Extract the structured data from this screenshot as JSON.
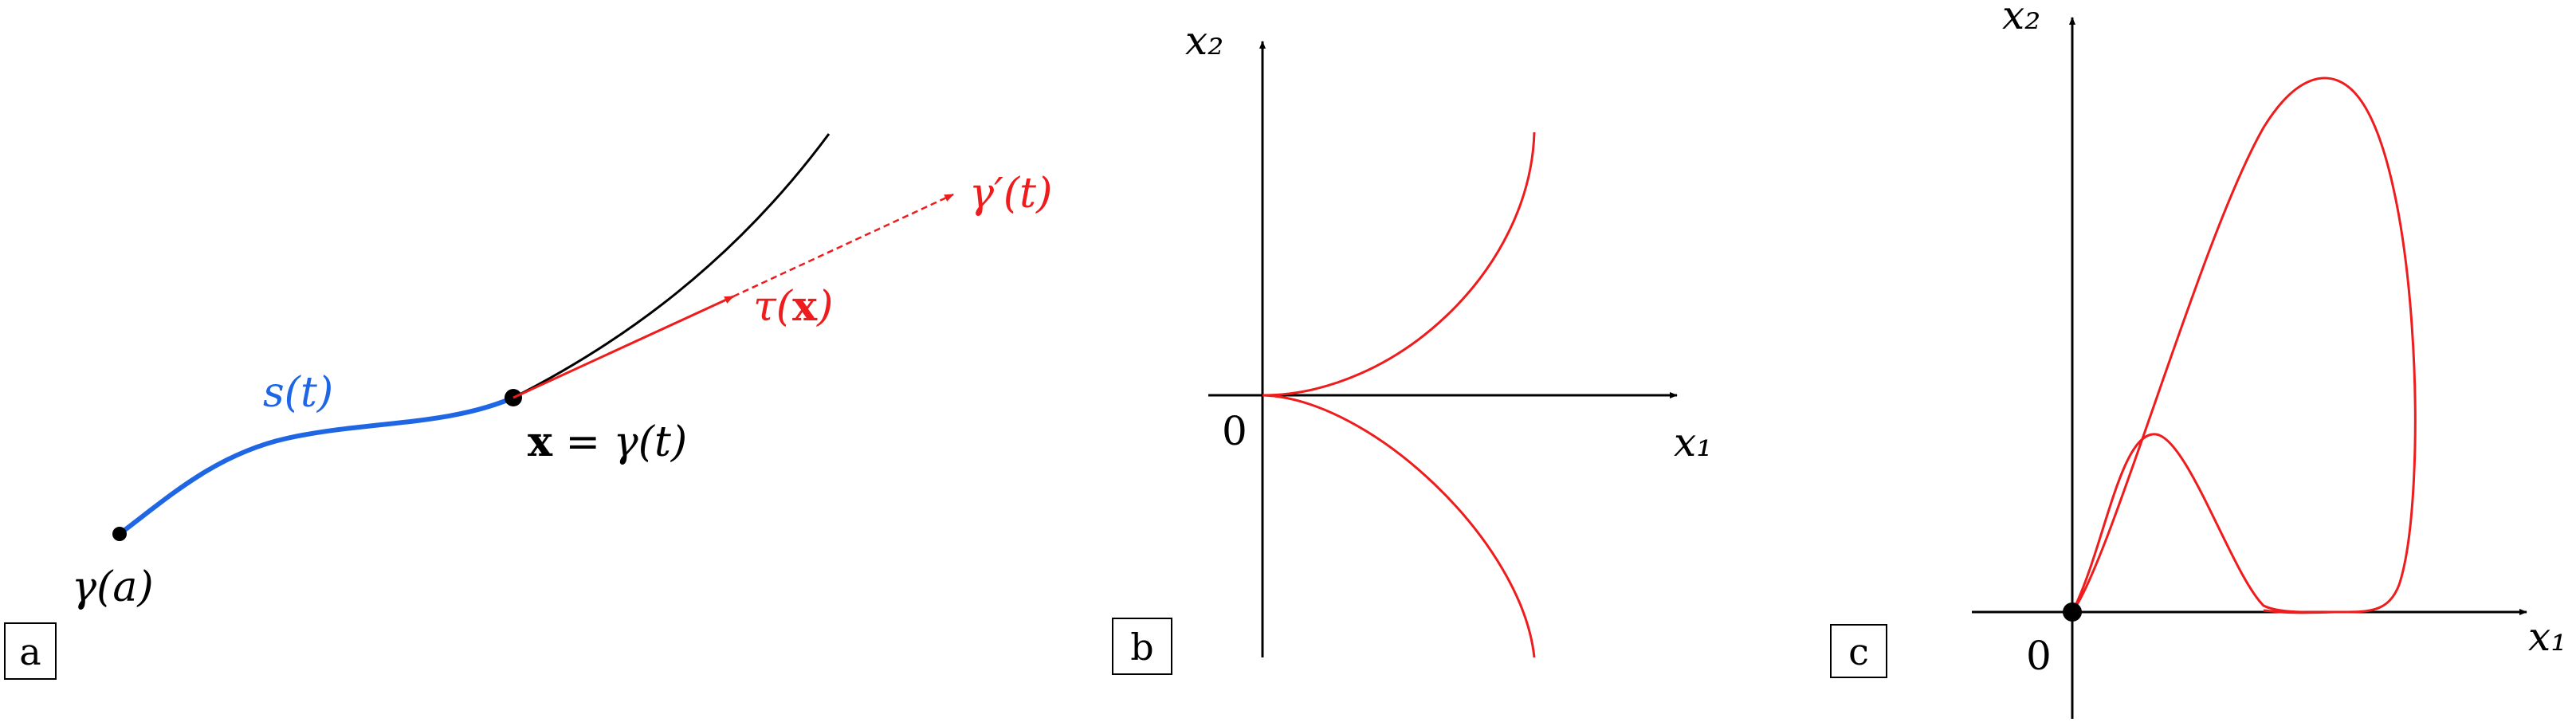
{
  "colors": {
    "blue": "#1f66e5",
    "red": "#ee1c1c",
    "black": "#000000"
  },
  "panel_a": {
    "tag": "a",
    "label_gamma_a": "γ(a)",
    "label_s_t": "s(t)",
    "label_x_eq_left": "x",
    "label_x_eq_right": " = γ(t)",
    "label_tau_left": "τ(",
    "label_tau_mid": "x",
    "label_tau_right": ")",
    "label_gamma_prime": "γ′(t)"
  },
  "panel_b": {
    "tag": "b",
    "axis_x": "x₁",
    "axis_y": "x₂",
    "origin": "0"
  },
  "panel_c": {
    "tag": "c",
    "axis_x": "x₁",
    "axis_y": "x₂",
    "origin": "0"
  }
}
